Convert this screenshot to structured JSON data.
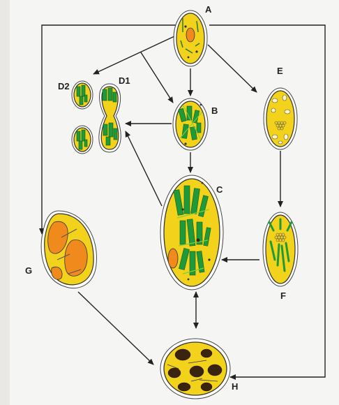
{
  "labels": {
    "A": "A",
    "B": "B",
    "C": "C",
    "D1": "D1",
    "D2": "D2",
    "E": "E",
    "F": "F",
    "G": "G",
    "H": "H"
  },
  "colors": {
    "cytoplasm": "#f2d21a",
    "thylakoid_green": "#1f9a3a",
    "thylakoid_light": "#7fcf3f",
    "orange": "#f08a1c",
    "dark_body": "#3a2410",
    "arrow": "#222222",
    "background": "#f5f5f3"
  },
  "connections": [
    {
      "from": "A",
      "to": "B"
    },
    {
      "from": "A",
      "to": "D2"
    },
    {
      "from": "A",
      "to": "E"
    },
    {
      "from": "A",
      "to": "G"
    },
    {
      "from": "A",
      "to": "H"
    },
    {
      "from": "B",
      "to": "C"
    },
    {
      "from": "B",
      "to": "D1"
    },
    {
      "from": "C",
      "to": "D1"
    },
    {
      "from": "C",
      "to": "H",
      "bidirectional": true
    },
    {
      "from": "E",
      "to": "F"
    },
    {
      "from": "F",
      "to": "C"
    },
    {
      "from": "G",
      "to": "H"
    }
  ]
}
